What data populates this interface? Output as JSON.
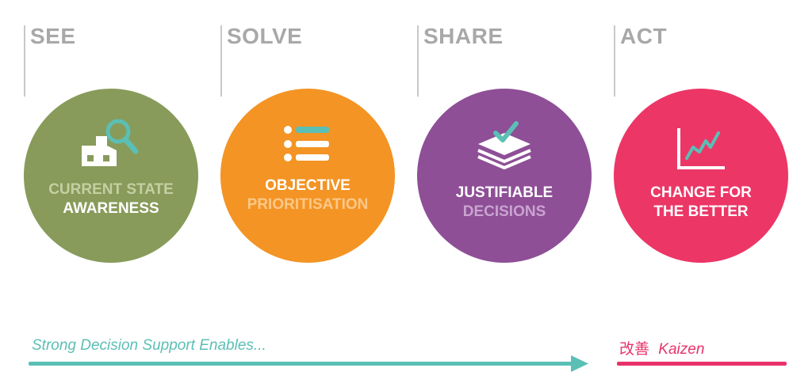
{
  "stages": [
    {
      "label": "SEE",
      "line1": "CURRENT STATE",
      "line2": "AWARENESS",
      "color": "#889b5a",
      "line1_color": "#c3d0a3",
      "line2_color": "#ffffff",
      "icon": "factory-magnifier-icon"
    },
    {
      "label": "SOLVE",
      "line1": "OBJECTIVE",
      "line2": "PRIORITISATION",
      "color": "#f39424",
      "line1_color": "#ffffff",
      "line2_color": "#fbc888",
      "icon": "priority-list-icon"
    },
    {
      "label": "SHARE",
      "line1": "JUSTIFIABLE",
      "line2": "DECISIONS",
      "color": "#8e4f97",
      "line1_color": "#ffffff",
      "line2_color": "#c9a4cf",
      "icon": "checked-stack-icon"
    },
    {
      "label": "ACT",
      "line1": "CHANGE FOR",
      "line2": "THE BETTER",
      "color": "#ec3666",
      "line1_color": "#ffffff",
      "line2_color": "#ffffff",
      "icon": "line-chart-icon"
    }
  ],
  "footer": {
    "left_text": "Strong Decision Support Enables...",
    "right_kanji": "改善",
    "right_text": "Kaizen",
    "teal": "#5bbfb5",
    "pink": "#e8336a"
  }
}
